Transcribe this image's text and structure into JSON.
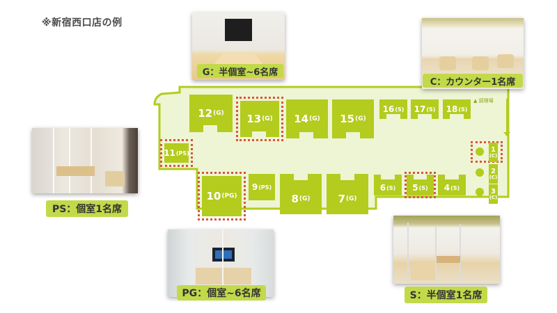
{
  "title": "※新宿西口店の例",
  "colors": {
    "seat_green": "#b3cc1e",
    "floor_fill": "#eef5d4",
    "highlight_dotted": "#d9553b",
    "label_bg": "#c2d94a",
    "label_text": "#333333"
  },
  "floor_plan": {
    "kitchen_marker": "▲ 調理場",
    "seats": [
      {
        "num": "12",
        "type": "(G)"
      },
      {
        "num": "13",
        "type": "(G)",
        "highlighted": true
      },
      {
        "num": "14",
        "type": "(G)"
      },
      {
        "num": "15",
        "type": "(G)"
      },
      {
        "num": "16",
        "type": "(S)"
      },
      {
        "num": "17",
        "type": "(S)"
      },
      {
        "num": "18",
        "type": "(S)"
      },
      {
        "num": "11",
        "type": "(PS)",
        "highlighted": true
      },
      {
        "num": "10",
        "type": "(PG)",
        "highlighted": true
      },
      {
        "num": "9",
        "type": "(PS)"
      },
      {
        "num": "8",
        "type": "(G)"
      },
      {
        "num": "7",
        "type": "(G)"
      },
      {
        "num": "6",
        "type": "(S)"
      },
      {
        "num": "5",
        "type": "(S)",
        "highlighted": true
      },
      {
        "num": "4",
        "type": "(S)"
      },
      {
        "num": "1",
        "type": "(C)",
        "highlighted": true
      },
      {
        "num": "2",
        "type": "(C)"
      },
      {
        "num": "3",
        "type": "(C)"
      }
    ]
  },
  "photos": {
    "g": {
      "label": "G：半個室~6名席",
      "icon": "semi-private-room-photo"
    },
    "c": {
      "label": "C：カウンター1名席",
      "icon": "counter-seat-photo"
    },
    "ps": {
      "label": "PS：個室1名席",
      "icon": "private-single-room-photo"
    },
    "pg": {
      "label": "PG：個室~6名席",
      "icon": "private-group-room-photo"
    },
    "s": {
      "label": "S：半個室1名席",
      "icon": "semi-private-single-photo"
    }
  }
}
